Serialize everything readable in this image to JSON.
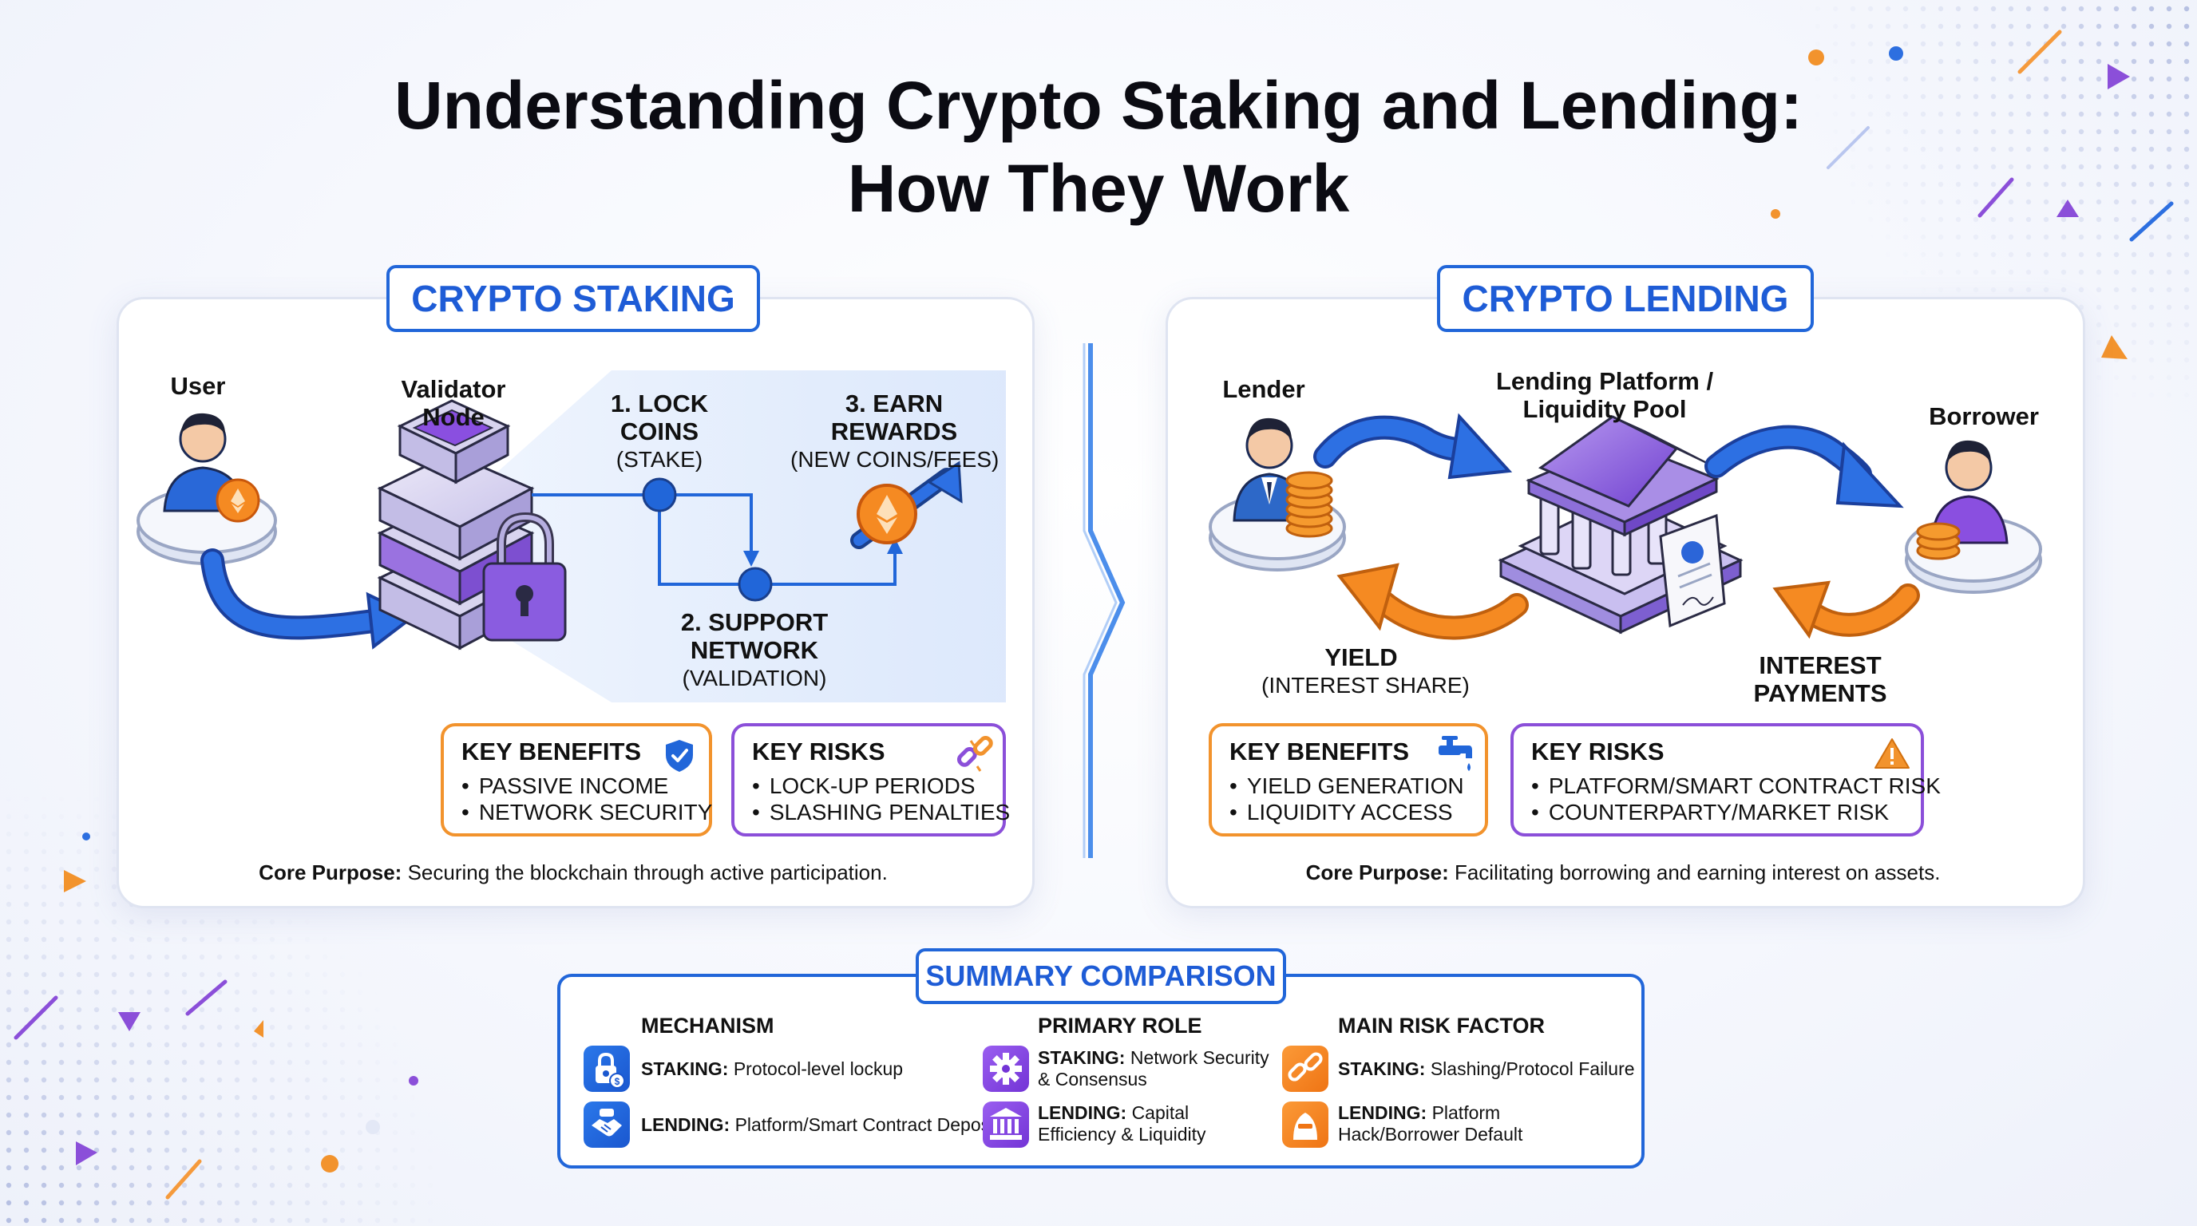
{
  "title": {
    "line1": "Understanding Crypto Staking and Lending:",
    "line2": "How They Work"
  },
  "staking": {
    "tag": "CRYPTO STAKING",
    "user_label": "User",
    "validator_label_1": "Validator",
    "validator_label_2": "Node",
    "step1_title_1": "1. LOCK",
    "step1_title_2": "COINS",
    "step1_sub": "(STAKE)",
    "step2_title_1": "2. SUPPORT",
    "step2_title_2": "NETWORK",
    "step2_sub": "(VALIDATION)",
    "step3_title_1": "3. EARN",
    "step3_title_2": "REWARDS",
    "step3_sub": "(NEW COINS/FEES)",
    "benefits_title": "KEY BENEFITS",
    "benefits": [
      "PASSIVE INCOME",
      "NETWORK SECURITY"
    ],
    "risks_title": "KEY RISKS",
    "risks": [
      "LOCK-UP PERIODS",
      "SLASHING PENALTIES"
    ],
    "core_label": "Core Purpose:",
    "core_text": "Securing the blockchain through active participation."
  },
  "lending": {
    "tag": "CRYPTO LENDING",
    "lender_label": "Lender",
    "platform_label_1": "Lending Platform /",
    "platform_label_2": "Liquidity Pool",
    "borrower_label": "Borrower",
    "yield_title": "YIELD",
    "yield_sub": "(INTEREST SHARE)",
    "interest_title_1": "INTEREST",
    "interest_title_2": "PAYMENTS",
    "benefits_title": "KEY BENEFITS",
    "benefits": [
      "YIELD GENERATION",
      "LIQUIDITY ACCESS"
    ],
    "risks_title": "KEY RISKS",
    "risks": [
      "PLATFORM/SMART CONTRACT RISK",
      "COUNTERPARTY/MARKET RISK"
    ],
    "core_label": "Core Purpose:",
    "core_text": "Facilitating borrowing and earning interest on assets."
  },
  "summary": {
    "tag": "SUMMARY COMPARISON",
    "columns": [
      {
        "heading": "MECHANISM",
        "staking_label": "STAKING:",
        "staking_text": "Protocol-level lockup",
        "lending_label": "LENDING:",
        "lending_text": "Platform/Smart Contract Deposit",
        "staking_icon": "padlock-coin-icon",
        "lending_icon": "handshake-icon"
      },
      {
        "heading": "PRIMARY ROLE",
        "staking_label": "STAKING:",
        "staking_text": "Network Security & Consensus",
        "lending_label": "LENDING:",
        "lending_text": "Capital Efficiency & Liquidity",
        "staking_icon": "gear-icon",
        "lending_icon": "bank-icon"
      },
      {
        "heading": "MAIN RISK FACTOR",
        "staking_label": "STAKING:",
        "staking_text": "Slashing/Protocol Failure",
        "lending_label": "LENDING:",
        "lending_text": "Platform Hack/Borrower Default",
        "staking_icon": "broken-chain-icon",
        "lending_icon": "hacker-icon"
      }
    ]
  },
  "colors": {
    "blue": "#1e5cd6",
    "orange": "#f2932d",
    "purple": "#8b4fd9"
  }
}
